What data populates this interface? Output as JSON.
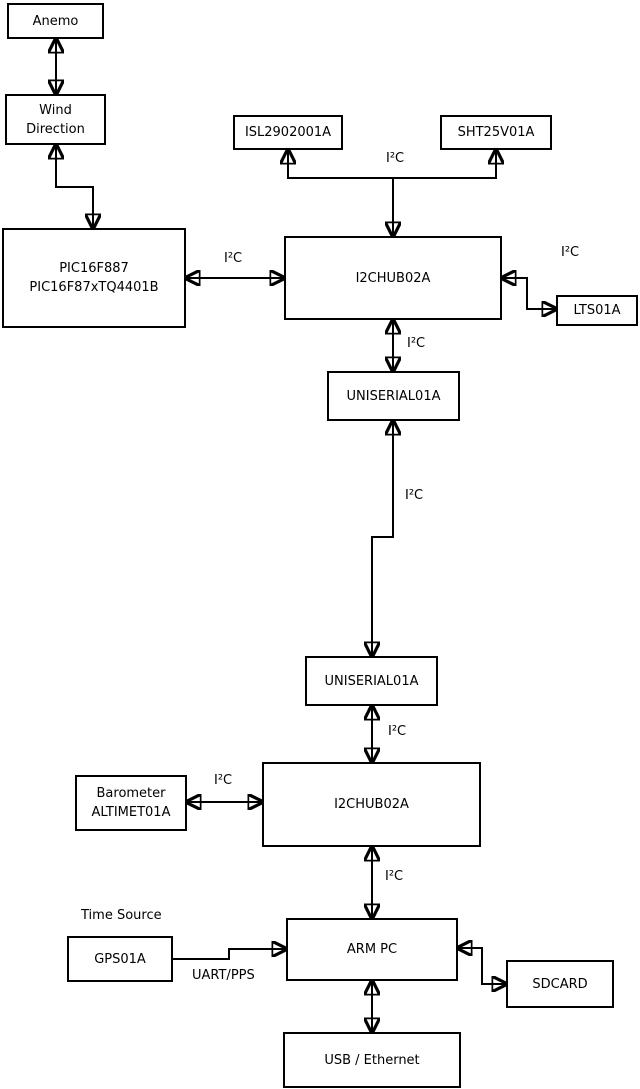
{
  "colors": {
    "background": "#ffffff",
    "line": "#000000",
    "text": "#000000"
  },
  "boxes": {
    "anemo": {
      "label": "Anemo"
    },
    "wind_direction": {
      "line1": "Wind",
      "line2": "Direction"
    },
    "pic": {
      "line1": "PIC16F887",
      "line2": "PIC16F87xTQ4401B"
    },
    "isl": {
      "label": "ISL2902001A"
    },
    "sht": {
      "label": "SHT25V01A"
    },
    "i2c_hub_1": {
      "label": "I2CHUB02A"
    },
    "lts": {
      "label": "LTS01A"
    },
    "uniserial_1": {
      "label": "UNISERIAL01A"
    },
    "uniserial_2": {
      "label": "UNISERIAL01A"
    },
    "i2c_hub_2": {
      "label": "I2CHUB02A"
    },
    "barometer": {
      "line1": "Barometer",
      "line2": "ALTIMET01A"
    },
    "gps": {
      "label": "GPS01A"
    },
    "arm_pc": {
      "label": "ARM PC"
    },
    "sdcard": {
      "label": "SDCARD"
    },
    "usb_ethernet": {
      "label": "USB / Ethernet"
    }
  },
  "edge_labels": {
    "i2c_pic_hub1": "I²C",
    "i2c_hub1_sensors": "I²C",
    "i2c_hub1_lts": "I²C",
    "i2c_hub1_uniserial1": "I²C",
    "i2c_uniserial_link": "I²C",
    "i2c_uniserial2_hub2": "I²C",
    "i2c_barometer_hub2": "I²C",
    "i2c_hub2_armpc": "I²C",
    "time_source": "Time Source",
    "uart_pps": "UART/PPS"
  }
}
